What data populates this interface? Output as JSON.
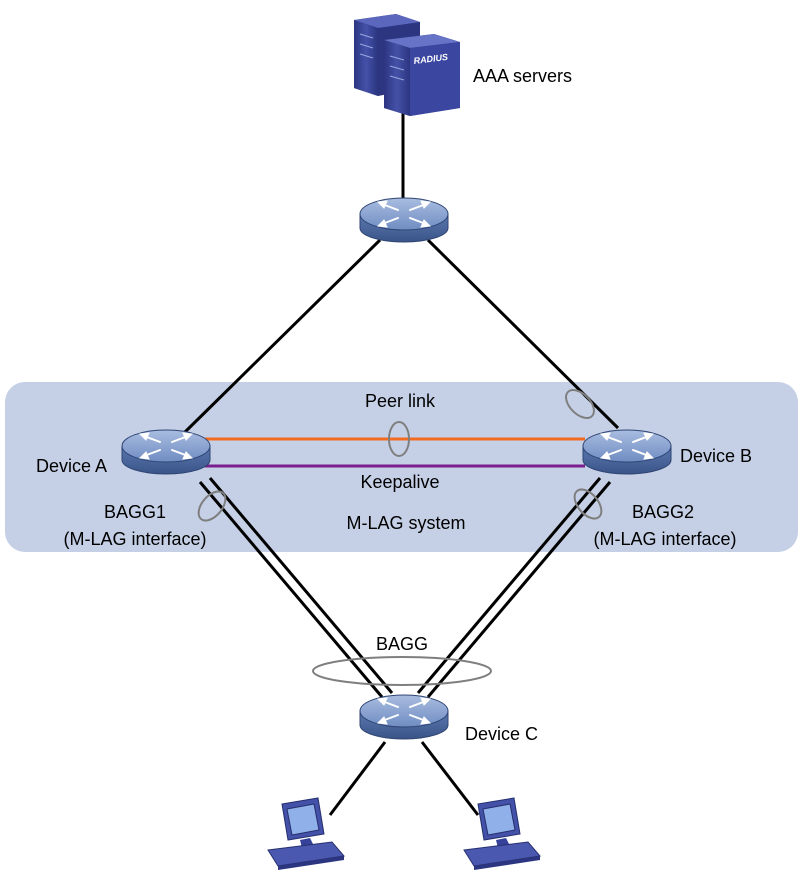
{
  "labels": {
    "aaa_servers": "AAA servers",
    "radius": "RADIUS",
    "device_a": "Device A",
    "device_b": "Device B",
    "device_c": "Device C",
    "peer_link": "Peer link",
    "keepalive": "Keepalive",
    "mlag_system": "M-LAG system",
    "bagg1": "BAGG1",
    "bagg1_sub": "(M-LAG interface)",
    "bagg2": "BAGG2",
    "bagg2_sub": "(M-LAG interface)",
    "bagg": "BAGG"
  },
  "colors": {
    "mlag_region": "#c5d0e6",
    "peer_link": "#f26b21",
    "keepalive": "#7b1f8f",
    "device_body": "#4f6fa8",
    "device_top": "#8aa4d0",
    "server": "#36429a",
    "lines": "#000000",
    "aggregation_ring": "#7f7f7f"
  },
  "icons": {
    "server": "radius-server-icon",
    "switch": "switch-icon",
    "host": "computer-icon"
  }
}
